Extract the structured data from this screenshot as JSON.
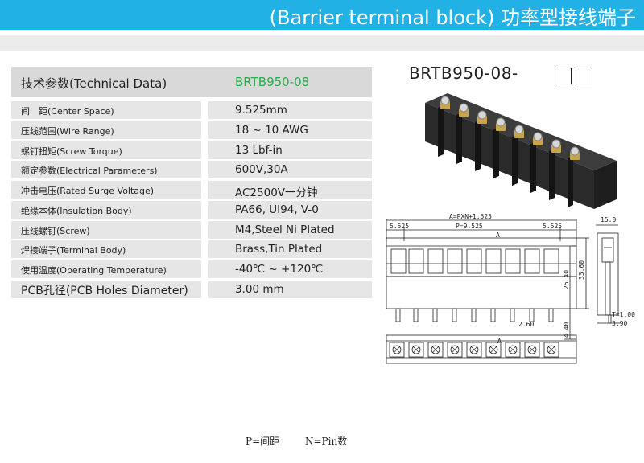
{
  "header": {
    "title": "(Barrier terminal block) 功率型接线端子"
  },
  "spec_table": {
    "header_label": "技术参数(Technical Data)",
    "header_value": "BRTB950-08",
    "rows": [
      {
        "label": "间　距(Center Space)",
        "value": "9.525mm"
      },
      {
        "label": "压线范围(Wire Range)",
        "value": "18 ~ 10 AWG"
      },
      {
        "label": "螺钉扭矩(Screw Torque)",
        "value": "13 Lbf-in"
      },
      {
        "label": "额定参数(Electrical Parameters)",
        "value": "600V,30A"
      },
      {
        "label": "冲击电压(Rated Surge Voltage)",
        "value": "AC2500V一分钟"
      },
      {
        "label": "绝缘本体(Insulation Body)",
        "value": "PA66, UI94, V-0"
      },
      {
        "label": "压线螺钉(Screw)",
        "value": "M4,Steel Ni Plated"
      },
      {
        "label": "焊接端子(Terminal Body)",
        "value": "Brass,Tin Plated"
      },
      {
        "label": "使用温度(Operating Temperature)",
        "value": "-40℃ ~ +120℃"
      },
      {
        "label": "PCB孔径(PCB Holes Diameter)",
        "value": "3.00  mm"
      }
    ]
  },
  "model": {
    "code": "BRTB950-08-"
  },
  "drawing": {
    "dim_total": "A=PXN+1.525",
    "dim_left": "5.525",
    "dim_pitch": "P=9.525",
    "dim_right": "5.525",
    "dim_side_width": "15.0",
    "dim_height_inner": "33.60",
    "dim_height_body": "25.40",
    "dim_pin_len": "4.40",
    "dim_pin_dia": "2.60",
    "dim_t": "T=1.00",
    "dim_side_offset": "3.90",
    "label_a": "A"
  },
  "legend": {
    "pitch": "P=间距",
    "pins": "N=Pin数"
  },
  "colors": {
    "banner": "#22b1e4",
    "model_accent": "#2fa84f",
    "cell_bg": "#e6e6e6"
  }
}
